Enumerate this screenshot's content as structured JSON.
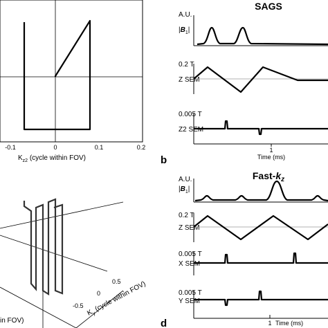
{
  "panel_a": {
    "xlabel": "K",
    "xlabel_sub": "z2",
    "xlabel_rest": " (cycle within FOV)",
    "ticks": [
      "-0.1",
      "0",
      "0.1",
      "0.2"
    ]
  },
  "panel_b": {
    "title": "SAGS",
    "letter": "b",
    "rows": [
      {
        "unit": "A.U.",
        "name_pre": "|",
        "name_b": "B",
        "name_sub": "1",
        "name_post": "|"
      },
      {
        "unit": "0.2 T",
        "name": "Z SEM"
      },
      {
        "unit": "0.005 T",
        "name": "Z2 SEM"
      }
    ],
    "time_tick": "1",
    "time_label": "Time (ms)"
  },
  "panel_c": {
    "xlabel_partial": "in FOV)",
    "ylabel": "K",
    "ylabel_sub": "y",
    "ylabel_rest": " (cycle within FOV)",
    "ticks": [
      "0.5",
      "0",
      "-0.5"
    ]
  },
  "panel_d": {
    "title_pre": "Fast-",
    "title_k": "k",
    "title_sub": "z",
    "letter": "d",
    "rows": [
      {
        "unit": "A.U.",
        "name_pre": "|",
        "name_b": "B",
        "name_sub": "1",
        "name_post": "|"
      },
      {
        "unit": "0.2 T",
        "name": "Z SEM"
      },
      {
        "unit": "0.005 T",
        "name": "X SEM"
      },
      {
        "unit": "0.005 T",
        "name": "Y SEM"
      }
    ],
    "time_tick": "1",
    "time_label": "Time (ms)"
  }
}
